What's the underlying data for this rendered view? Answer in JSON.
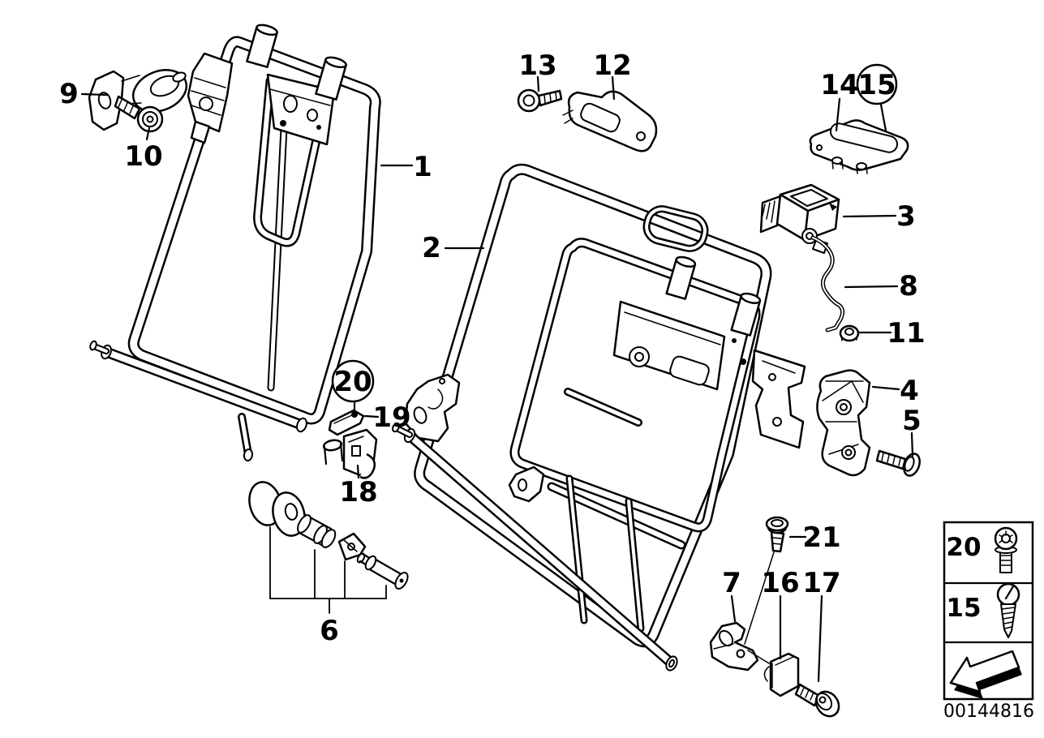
{
  "diagram": {
    "background_color": "#ffffff",
    "line_color": "#000000",
    "image_code": "00144816"
  },
  "callouts": [
    {
      "number": "1",
      "circled": false
    },
    {
      "number": "2",
      "circled": false
    },
    {
      "number": "3",
      "circled": false
    },
    {
      "number": "4",
      "circled": false
    },
    {
      "number": "5",
      "circled": false
    },
    {
      "number": "6",
      "circled": false
    },
    {
      "number": "7",
      "circled": false
    },
    {
      "number": "8",
      "circled": false
    },
    {
      "number": "9",
      "circled": false
    },
    {
      "number": "10",
      "circled": false
    },
    {
      "number": "11",
      "circled": false
    },
    {
      "number": "12",
      "circled": false
    },
    {
      "number": "13",
      "circled": false
    },
    {
      "number": "14",
      "circled": false
    },
    {
      "number": "15",
      "circled": true
    },
    {
      "number": "16",
      "circled": false
    },
    {
      "number": "17",
      "circled": false
    },
    {
      "number": "18",
      "circled": false
    },
    {
      "number": "19",
      "circled": false
    },
    {
      "number": "20",
      "circled": true
    },
    {
      "number": "21",
      "circled": false
    }
  ],
  "legend": {
    "rows": [
      {
        "number": "20",
        "icon": "torx-screw-icon"
      },
      {
        "number": "15",
        "icon": "tapping-screw-icon"
      }
    ],
    "arrow_icon": "direction-arrow-icon",
    "code": "00144816"
  }
}
